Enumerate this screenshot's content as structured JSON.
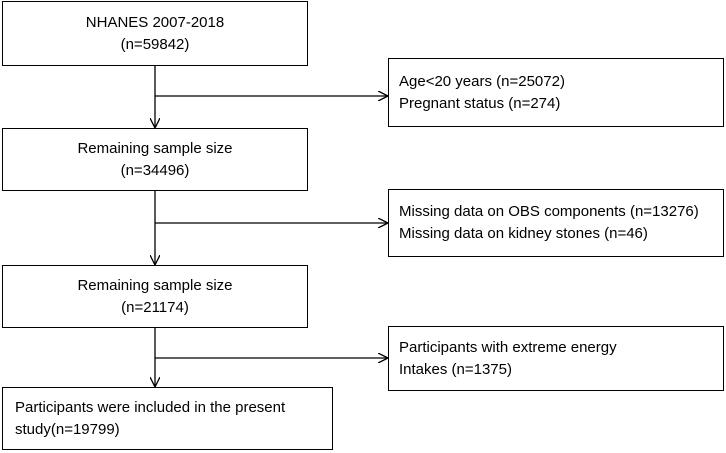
{
  "flowchart": {
    "steps": [
      {
        "lines": [
          "NHANES 2007-2018",
          "(n=59842)"
        ]
      },
      {
        "lines": [
          "Remaining sample size",
          "(n=34496)"
        ]
      },
      {
        "lines": [
          "Remaining sample size",
          "(n=21174)"
        ]
      },
      {
        "lines": [
          "Participants were included in the present",
          "study(n=19799)"
        ]
      }
    ],
    "exclusions": [
      {
        "lines": [
          "Age<20 years (n=25072)",
          "Pregnant status (n=274)"
        ]
      },
      {
        "lines": [
          "Missing data on OBS components (n=13276)",
          "Missing data on kidney stones (n=46)"
        ]
      },
      {
        "lines": [
          "Participants with extreme energy",
          "Intakes (n=1375)"
        ]
      }
    ]
  }
}
